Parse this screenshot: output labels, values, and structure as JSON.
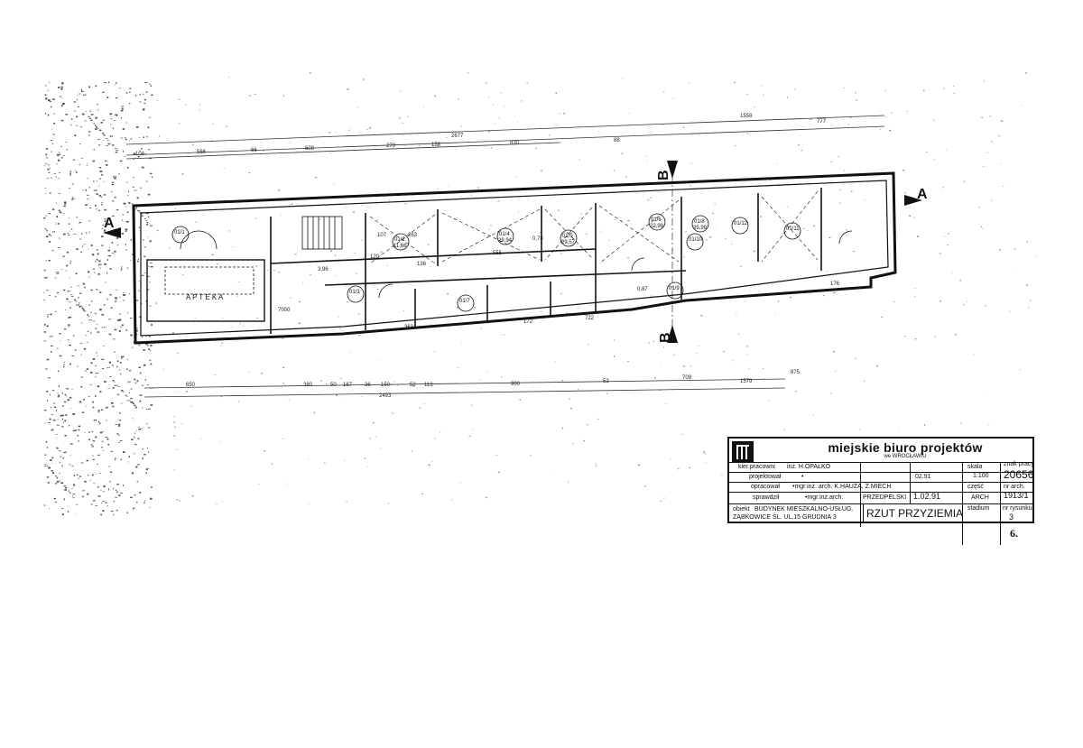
{
  "plan": {
    "section_marks": [
      "A",
      "A",
      "B",
      "B"
    ],
    "shop_label": "A P T E K A",
    "room_codes": [
      "01/2",
      "01/4",
      "01/5",
      "01/6",
      "01/8",
      "01/3",
      "01/7",
      "01/9",
      "01/1",
      "01/10",
      "01/11",
      "01/12"
    ],
    "room_areas": [
      "11,66",
      "29,94",
      "29,57",
      "22,99",
      "25,99"
    ],
    "top_dimensions": [
      "104",
      "566",
      "66",
      "608",
      "270",
      "158",
      "2677",
      "830",
      "88",
      "1558",
      "777"
    ],
    "top_overall": "1558",
    "bottom_dimensions": [
      "650",
      "380",
      "50",
      "167",
      "36",
      "150",
      "52",
      "113",
      "900",
      "53",
      "709",
      "1579",
      "875"
    ],
    "bottom_overall": "2493",
    "interior_dims": [
      "263",
      "555",
      "107",
      "120",
      "136",
      "0,78",
      "0,87",
      "3,96",
      "7000",
      "363",
      "172",
      "722",
      "176"
    ]
  },
  "title_block": {
    "firm": "miejskie biuro projektów",
    "city": "we WROCŁAWIU",
    "rows": [
      {
        "label": "kier.pracowni",
        "value": "inż. H.OPAŁKO"
      },
      {
        "label": "projektował",
        "value": "•"
      },
      {
        "label": "opracował",
        "value": "•mgr.inż. arch. K.HAUZA, Z.MIECH"
      },
      {
        "label": "sprawdził",
        "value": "•mgr.inż.arch.",
        "extra": "PRZEDPELSKI"
      }
    ],
    "date": "02.91",
    "date2": "1.02.91",
    "skala_label": "skala",
    "skala_value": "1:100",
    "znak_label": "znak pracy",
    "znak_value": "20656",
    "czesc_label": "część",
    "czesc_value": "ARCH",
    "nrarch_label": "nr arch.",
    "nrarch_value": "1913/1",
    "obiekt_label": "obiekt",
    "obiekt_value": "BUDYNEK MIESZKALNO-USŁUG.",
    "address": "ZĄBKOWICE ŚL. UL.15 GRUDNIA 3",
    "drawing_title": "RZUT PRZYZIEMIA",
    "stadium_label": "stadium",
    "stadium_value": "",
    "nrrys_label": "nr rysunku",
    "nrrys_value": "3"
  },
  "page_number": "6."
}
